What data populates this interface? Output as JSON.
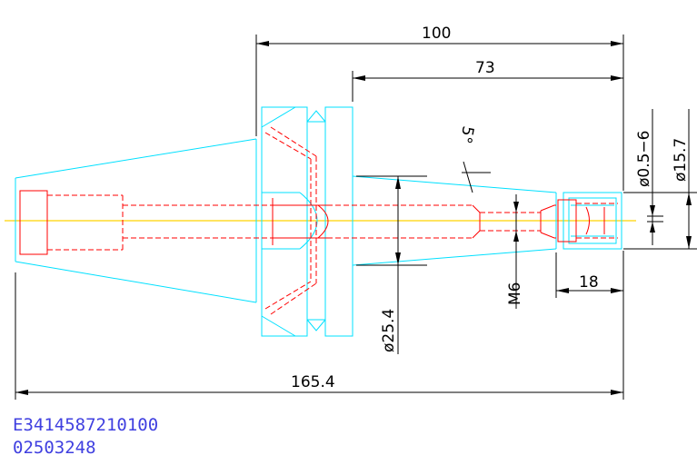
{
  "dimensions": {
    "length_total": "165.4",
    "length_100": "100",
    "length_73": "73",
    "length_18": "18",
    "angle": "5°",
    "dia_25_4": "ø25.4",
    "thread": "M6",
    "dia_range": "ø0.5−6",
    "dia_15_7": "ø15.7"
  },
  "codes": {
    "line1": "E3414587210100",
    "line2": "02503248"
  },
  "colors": {
    "outline": "#00e0ff",
    "hidden": "#ff0000",
    "centerline": "#ffd400",
    "dimension": "#000000",
    "code_text": "#4040e0"
  }
}
